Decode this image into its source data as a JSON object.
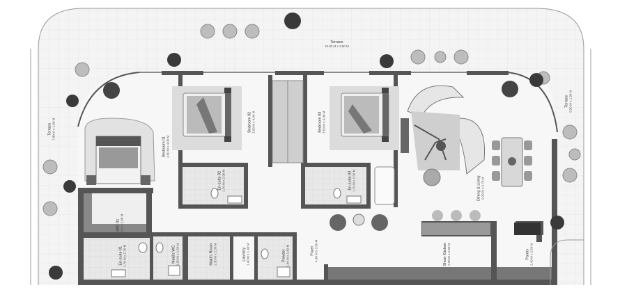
{
  "rooms": {
    "terrace_top": {
      "name": "Terrace",
      "dims": "19.80 M x 3.80 M"
    },
    "terrace_left": {
      "name": "Terrace",
      "dims": "7.80 M x 1.80 M"
    },
    "terrace_right": {
      "name": "Terrace",
      "dims": "9.50 M x 1.80 M"
    },
    "bedroom_01": {
      "name": "Bedroom 01",
      "dims": "4.60 M x 4.00 M"
    },
    "bedroom_02": {
      "name": "Bedroom 02",
      "dims": "3.50 M x 4.00 M"
    },
    "bedroom_03": {
      "name": "Bedroom 03",
      "dims": "3.50 M x 4.00 M"
    },
    "ensuite_02": {
      "name": "En-suite 02",
      "dims": "1.70 M x 2.90 M"
    },
    "ensuite_03": {
      "name": "En-suite 03",
      "dims": "1.70 M x 2.90 M"
    },
    "dining_living": {
      "name": "Dining & Living",
      "dims": "9.30 M x 5.70 M"
    },
    "wic_01": {
      "name": "WIC 01",
      "dims": "1.80 M x 2.90 M"
    },
    "ensuite_01": {
      "name": "En-suite 01",
      "dims": "1.70 M x 2.70 M"
    },
    "maids_wc": {
      "name": "Maid's WC",
      "dims": "1.50 M x 1.50 M"
    },
    "maids_room": {
      "name": "Maid's Room",
      "dims": "2.30 M x 2.30 M"
    },
    "laundry": {
      "name": "Laundry",
      "dims": "1.40 M x 1.40 M"
    },
    "powder": {
      "name": "Powder",
      "dims": "1.60 M x 1.60 M"
    },
    "foyer": {
      "name": "Foyer",
      "dims": "4.00 M x 3.50 M"
    },
    "show_kitchen": {
      "name": "Show Kitchen",
      "dims": "2.90 M x 2.80 M"
    },
    "pantry": {
      "name": "Pantry",
      "dims": "2.40 M x 2.50 M"
    }
  }
}
